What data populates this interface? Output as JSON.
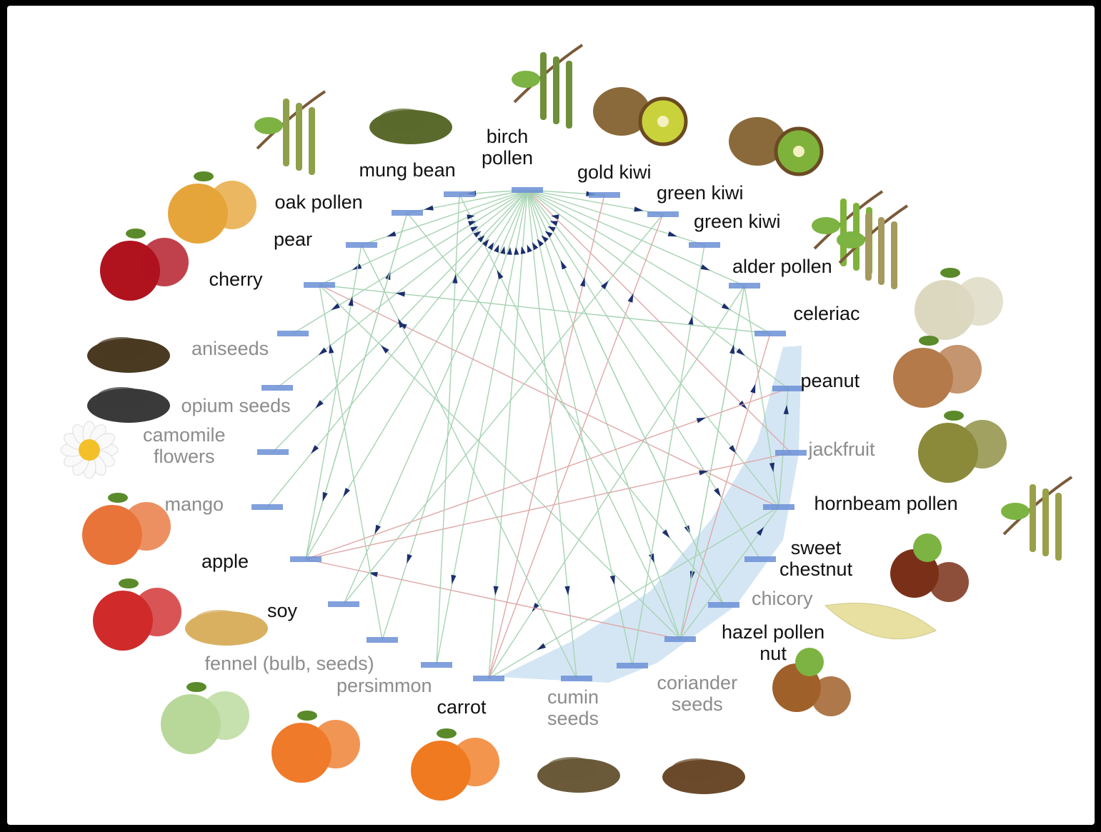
{
  "diagram": {
    "nodes": [
      {
        "id": "birch",
        "lines": [
          "birch",
          "pollen"
        ],
        "emphasis": "dark",
        "icon": "birch-catkin-icon",
        "color": "#6f8f3a"
      },
      {
        "id": "mung",
        "lines": [
          "mung bean"
        ],
        "emphasis": "dark",
        "icon": "mung-bean-icon",
        "color": "#5a6a2c"
      },
      {
        "id": "gold_kiwi",
        "lines": [
          "gold kiwi"
        ],
        "emphasis": "dark",
        "icon": "gold-kiwi-icon",
        "color": "#c9d23a"
      },
      {
        "id": "green_kiwi_1",
        "lines": [
          "green kiwi"
        ],
        "emphasis": "dark",
        "icon": "green-kiwi-icon",
        "color": "#7fb23a"
      },
      {
        "id": "green_kiwi_2",
        "lines": [
          "green kiwi"
        ],
        "emphasis": "dark",
        "icon": "green-kiwi-icon",
        "color": "#7fb23a"
      },
      {
        "id": "oak",
        "lines": [
          "oak pollen"
        ],
        "emphasis": "dark",
        "icon": "oak-catkin-icon",
        "color": "#8fa04a"
      },
      {
        "id": "pear",
        "lines": [
          "pear"
        ],
        "emphasis": "dark",
        "icon": "pear-icon",
        "color": "#e6a53a"
      },
      {
        "id": "cherry",
        "lines": [
          "cherry"
        ],
        "emphasis": "dark",
        "icon": "cherry-icon",
        "color": "#b0121e"
      },
      {
        "id": "alder",
        "lines": [
          "alder pollen"
        ],
        "emphasis": "dark",
        "icon": "alder-catkin-icon",
        "color": "#a59a5e"
      },
      {
        "id": "aniseeds",
        "lines": [
          "aniseeds"
        ],
        "emphasis": "gray",
        "icon": "aniseed-icon",
        "color": "#4a3a22"
      },
      {
        "id": "celeriac",
        "lines": [
          "celeriac"
        ],
        "emphasis": "dark",
        "icon": "celeriac-icon",
        "color": "#dcd8c0"
      },
      {
        "id": "opium",
        "lines": [
          "opium seeds"
        ],
        "emphasis": "gray",
        "icon": "opium-seed-icon",
        "color": "#3a3a3a"
      },
      {
        "id": "peanut",
        "lines": [
          "peanut"
        ],
        "emphasis": "dark",
        "icon": "peanut-icon",
        "color": "#b57a4a"
      },
      {
        "id": "camomile",
        "lines": [
          "camomile",
          "flowers"
        ],
        "emphasis": "gray",
        "icon": "camomile-icon",
        "color": "#f4c02a"
      },
      {
        "id": "jackfruit",
        "lines": [
          "jackfruit"
        ],
        "emphasis": "gray",
        "icon": "jackfruit-icon",
        "color": "#8a8a3a"
      },
      {
        "id": "mango",
        "lines": [
          "mango"
        ],
        "emphasis": "gray",
        "icon": "mango-icon",
        "color": "#e8743a"
      },
      {
        "id": "hornbeam",
        "lines": [
          "hornbeam pollen"
        ],
        "emphasis": "dark",
        "icon": "hornbeam-catkin-icon",
        "color": "#9aa04a"
      },
      {
        "id": "apple",
        "lines": [
          "apple"
        ],
        "emphasis": "dark",
        "icon": "apple-icon",
        "color": "#d02a2a"
      },
      {
        "id": "sweet_chestnut",
        "lines": [
          "sweet",
          "chestnut"
        ],
        "emphasis": "dark",
        "icon": "chestnut-icon",
        "color": "#7a3018"
      },
      {
        "id": "soy",
        "lines": [
          "soy"
        ],
        "emphasis": "dark",
        "icon": "soybean-icon",
        "color": "#d8b060"
      },
      {
        "id": "chicory",
        "lines": [
          "chicory"
        ],
        "emphasis": "gray",
        "icon": "chicory-icon",
        "color": "#e8e0a0"
      },
      {
        "id": "hazel",
        "lines": [
          "hazel pollen",
          "nut"
        ],
        "emphasis": "dark",
        "icon": "hazelnut-icon",
        "color": "#a0602a"
      },
      {
        "id": "fennel",
        "lines": [
          "fennel (bulb, seeds)"
        ],
        "emphasis": "gray",
        "icon": "fennel-icon",
        "color": "#b8d89a"
      },
      {
        "id": "persimmon",
        "lines": [
          "persimmon"
        ],
        "emphasis": "gray",
        "icon": "persimmon-icon",
        "color": "#ee7a2a"
      },
      {
        "id": "carrot",
        "lines": [
          "carrot"
        ],
        "emphasis": "dark",
        "icon": "carrot-icon",
        "color": "#f07a20"
      },
      {
        "id": "cumin",
        "lines": [
          "cumin",
          "seeds"
        ],
        "emphasis": "gray",
        "icon": "cumin-seed-icon",
        "color": "#6a5a3a"
      },
      {
        "id": "coriander",
        "lines": [
          "coriander",
          "seeds"
        ],
        "emphasis": "gray",
        "icon": "coriander-seed-icon",
        "color": "#6a4a2a"
      }
    ],
    "edges": [
      {
        "from": "birch",
        "to": "mung",
        "kind": "green"
      },
      {
        "from": "birch",
        "to": "gold_kiwi",
        "kind": "green"
      },
      {
        "from": "birch",
        "to": "green_kiwi_1",
        "kind": "green"
      },
      {
        "from": "birch",
        "to": "green_kiwi_2",
        "kind": "green"
      },
      {
        "from": "birch",
        "to": "oak",
        "kind": "green"
      },
      {
        "from": "birch",
        "to": "pear",
        "kind": "green"
      },
      {
        "from": "birch",
        "to": "cherry",
        "kind": "green"
      },
      {
        "from": "birch",
        "to": "alder",
        "kind": "green"
      },
      {
        "from": "birch",
        "to": "aniseeds",
        "kind": "green"
      },
      {
        "from": "birch",
        "to": "celeriac",
        "kind": "green"
      },
      {
        "from": "birch",
        "to": "opium",
        "kind": "green"
      },
      {
        "from": "birch",
        "to": "peanut",
        "kind": "green"
      },
      {
        "from": "birch",
        "to": "camomile",
        "kind": "green"
      },
      {
        "from": "birch",
        "to": "jackfruit",
        "kind": "red"
      },
      {
        "from": "birch",
        "to": "mango",
        "kind": "green"
      },
      {
        "from": "birch",
        "to": "hornbeam",
        "kind": "green"
      },
      {
        "from": "birch",
        "to": "apple",
        "kind": "green"
      },
      {
        "from": "birch",
        "to": "sweet_chestnut",
        "kind": "green"
      },
      {
        "from": "birch",
        "to": "soy",
        "kind": "green"
      },
      {
        "from": "birch",
        "to": "chicory",
        "kind": "green"
      },
      {
        "from": "birch",
        "to": "hazel",
        "kind": "green"
      },
      {
        "from": "birch",
        "to": "fennel",
        "kind": "green"
      },
      {
        "from": "birch",
        "to": "persimmon",
        "kind": "green"
      },
      {
        "from": "birch",
        "to": "carrot",
        "kind": "green"
      },
      {
        "from": "birch",
        "to": "cumin",
        "kind": "green"
      },
      {
        "from": "birch",
        "to": "coriander",
        "kind": "green"
      },
      {
        "from": "alder",
        "to": "hazel",
        "kind": "green"
      },
      {
        "from": "alder",
        "to": "carrot",
        "kind": "green"
      },
      {
        "from": "alder",
        "to": "hornbeam",
        "kind": "green"
      },
      {
        "from": "hazel",
        "to": "apple",
        "kind": "red"
      },
      {
        "from": "hazel",
        "to": "celeriac",
        "kind": "red"
      },
      {
        "from": "hazel",
        "to": "mung",
        "kind": "green"
      },
      {
        "from": "hazel",
        "to": "cherry",
        "kind": "green"
      },
      {
        "from": "hazel",
        "to": "alder",
        "kind": "green"
      },
      {
        "from": "hazel",
        "to": "hornbeam",
        "kind": "green"
      },
      {
        "from": "hornbeam",
        "to": "cherry",
        "kind": "red"
      },
      {
        "from": "hornbeam",
        "to": "carrot",
        "kind": "green"
      },
      {
        "from": "hornbeam",
        "to": "peanut",
        "kind": "green"
      },
      {
        "from": "apple",
        "to": "peanut",
        "kind": "red"
      },
      {
        "from": "apple",
        "to": "jackfruit",
        "kind": "red"
      },
      {
        "from": "apple",
        "to": "pear",
        "kind": "green"
      },
      {
        "from": "apple",
        "to": "oak",
        "kind": "green"
      },
      {
        "from": "oak",
        "to": "chicory",
        "kind": "green"
      },
      {
        "from": "oak",
        "to": "apple",
        "kind": "green"
      },
      {
        "from": "soy",
        "to": "green_kiwi_1",
        "kind": "green"
      },
      {
        "from": "carrot",
        "to": "green_kiwi_1",
        "kind": "red"
      },
      {
        "from": "carrot",
        "to": "gold_kiwi",
        "kind": "red"
      },
      {
        "from": "persimmon",
        "to": "mung",
        "kind": "green"
      },
      {
        "from": "chicory",
        "to": "birch",
        "kind": "green"
      },
      {
        "from": "coriander",
        "to": "green_kiwi_2",
        "kind": "green"
      },
      {
        "from": "cumin",
        "to": "pear",
        "kind": "green"
      },
      {
        "from": "fennel",
        "to": "cherry",
        "kind": "green"
      },
      {
        "from": "celeriac",
        "to": "cherry",
        "kind": "green"
      }
    ],
    "colors": {
      "edge_green": "#a7d3b3",
      "edge_red": "#e0a8a8",
      "node_box": "#6b8fd6",
      "arrow": "#1c2f6e",
      "highlight_band": "#cfe3f3"
    }
  }
}
